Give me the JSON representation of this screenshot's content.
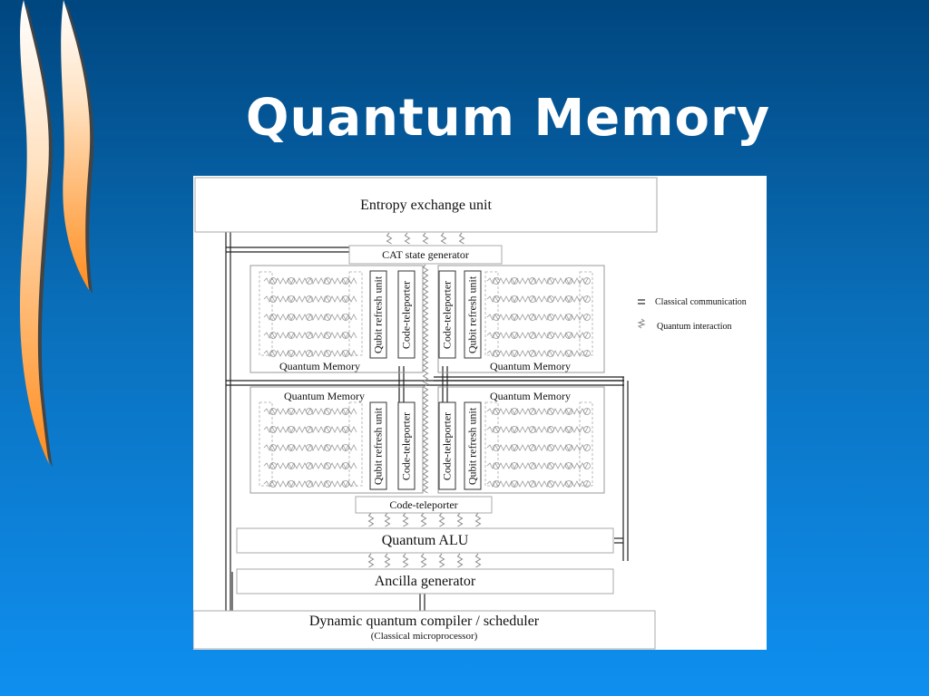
{
  "slide": {
    "title": "Quantum Memory"
  },
  "diagram": {
    "entropy_unit": "Entropy exchange unit",
    "cat_generator": "CAT state generator",
    "memory_label": "Quantum Memory",
    "qubit_refresh": "Qubit refresh unit",
    "code_teleporter": "Code-teleporter",
    "bottom_teleporter": "Code-teleporter",
    "alu": "Quantum ALU",
    "ancilla": "Ancilla generator",
    "compiler": "Dynamic quantum compiler / scheduler",
    "compiler_sub": "(Classical microprocessor)",
    "legend": {
      "classical": "Classical communication",
      "quantum": "Quantum interaction",
      "classical_symbol": "="
    }
  }
}
